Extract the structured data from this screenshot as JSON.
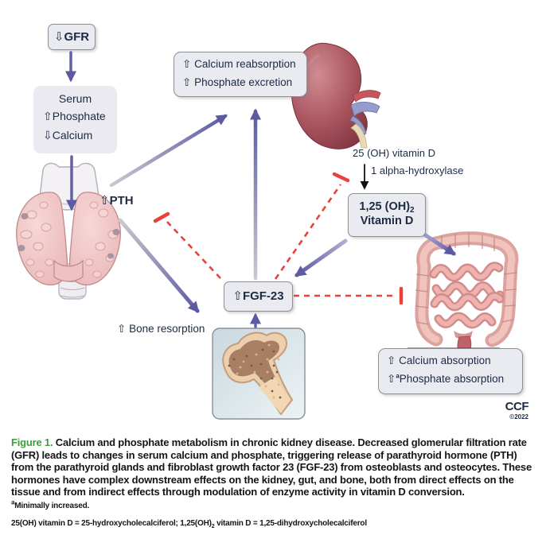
{
  "colors": {
    "arrow_purple": "#5b5aa2",
    "inhibit_red": "#e8423c",
    "box_fill": "#eaeaf1",
    "figure_label_green": "#3f9b3f"
  },
  "diagram": {
    "gfr": {
      "arrow": "⇩",
      "label": "GFR"
    },
    "serum": {
      "title": "Serum",
      "rows": [
        {
          "arrow": "⇧",
          "label": "Phosphate"
        },
        {
          "arrow": "⇩",
          "label": "Calcium"
        }
      ]
    },
    "kidney_effects": {
      "rows": [
        {
          "arrow": "⇧",
          "label": "Calcium reabsorption"
        },
        {
          "arrow": "⇧",
          "label": "Phosphate excretion"
        }
      ]
    },
    "pth": {
      "arrow": "⇧",
      "label": "PTH"
    },
    "vitd25_label": "25 (OH) vitamin D",
    "hydroxylase_label": "1 alpha-hydroxylase",
    "vitd125": {
      "line1": "1,25 (OH)",
      "line1_sub": "2",
      "line2": "Vitamin D"
    },
    "fgf23": {
      "arrow": "⇧",
      "label": "FGF-23"
    },
    "bone_resorption": {
      "arrow": "⇧",
      "label": "Bone resorption"
    },
    "gut_effects": {
      "rows": [
        {
          "arrow": "⇧",
          "sup": "",
          "label": "Calcium absorption"
        },
        {
          "arrow": "⇧",
          "sup": "a",
          "label": "Phosphate absorption"
        }
      ]
    },
    "credit": {
      "org": "CCF",
      "year": "©2022"
    }
  },
  "caption": {
    "label": "Figure 1.",
    "text": " Calcium and phosphate metabolism in chronic kidney disease. Decreased glomerular filtration rate (GFR) leads to changes in serum calcium and phosphate, triggering release of parathyroid hormone (PTH) from the parathyroid glands and fibroblast growth factor 23 (FGF-23) from osteoblasts and osteocytes. These hormones have complex downstream effects on the kidney, gut, and bone, both from direct effects on the tissue and from indirect effects through modulation of enzyme activity in vitamin D conversion."
  },
  "footnotes": {
    "a_sup": "a",
    "a_text": "Minimally increased.",
    "abbrev_pre": "25(OH) vitamin D = 25-hydroxycholecalciferol; 1,25(OH)",
    "abbrev_sub": "2",
    "abbrev_post": " vitamin D = 1,25-dihydroxycholecalciferol"
  }
}
